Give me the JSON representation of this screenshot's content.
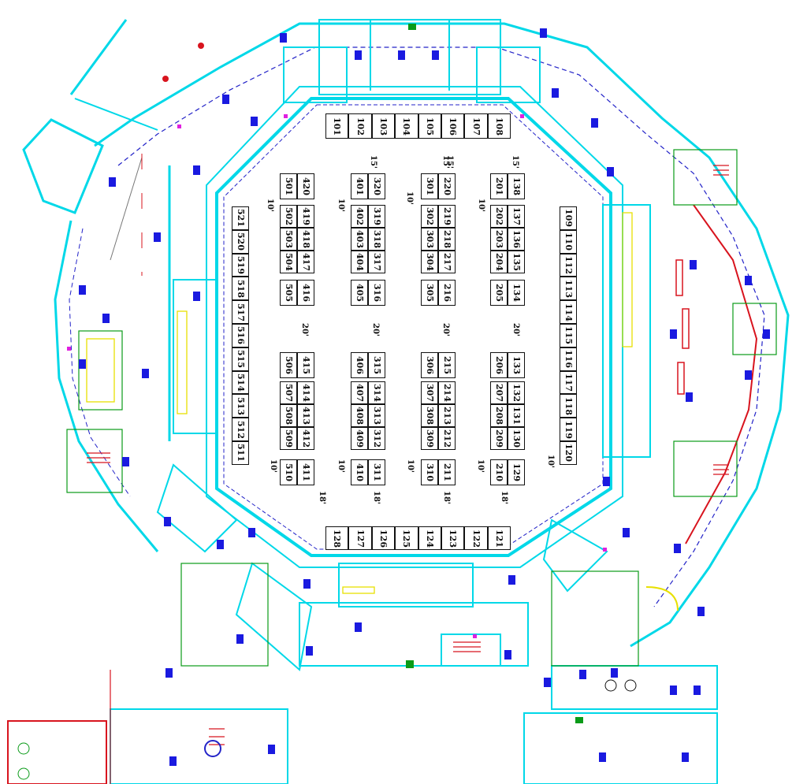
{
  "colors": {
    "wall": "#00d8e8",
    "room": "#0a9b18",
    "dashed": "#2323c8",
    "stair": "#d8141e",
    "furniture": "#1a1ae0",
    "accent_yellow": "#e8e000",
    "accent_magenta": "#e020e0",
    "booth_outline": "#111111"
  },
  "booths": [
    "101",
    "102",
    "103",
    "104",
    "105",
    "106",
    "107",
    "108",
    "109",
    "110",
    "112",
    "113",
    "114",
    "115",
    "116",
    "117",
    "118",
    "119",
    "120",
    "121",
    "122",
    "123",
    "124",
    "125",
    "126",
    "127",
    "128",
    "129",
    "130",
    "131",
    "132",
    "133",
    "134",
    "135",
    "136",
    "137",
    "138",
    "201",
    "202",
    "203",
    "204",
    "205",
    "206",
    "207",
    "208",
    "209",
    "210",
    "211",
    "212",
    "213",
    "214",
    "215",
    "216",
    "217",
    "218",
    "219",
    "220",
    "301",
    "302",
    "303",
    "304",
    "305",
    "306",
    "307",
    "308",
    "309",
    "310",
    "311",
    "312",
    "313",
    "314",
    "315",
    "316",
    "317",
    "318",
    "319",
    "320",
    "401",
    "402",
    "403",
    "404",
    "405",
    "406",
    "407",
    "408",
    "409",
    "410",
    "411",
    "412",
    "413",
    "414",
    "415",
    "416",
    "417",
    "418",
    "419",
    "420",
    "501",
    "502",
    "503",
    "504",
    "505",
    "506",
    "507",
    "508",
    "509",
    "510",
    "511",
    "512",
    "513",
    "514",
    "515",
    "516",
    "517",
    "518",
    "519",
    "520",
    "521"
  ],
  "aisles": {
    "top": [
      "15'",
      "15'",
      "15'",
      "15'"
    ],
    "bottom": [
      "18'",
      "18'",
      "18'",
      "18'"
    ],
    "middle": [
      "20'",
      "20'",
      "20'",
      "20'"
    ],
    "side_top": [
      "10'",
      "10'",
      "10'",
      "10'"
    ],
    "side_bottom": [
      "10'",
      "10'",
      "10'",
      "10'",
      "10'"
    ]
  }
}
